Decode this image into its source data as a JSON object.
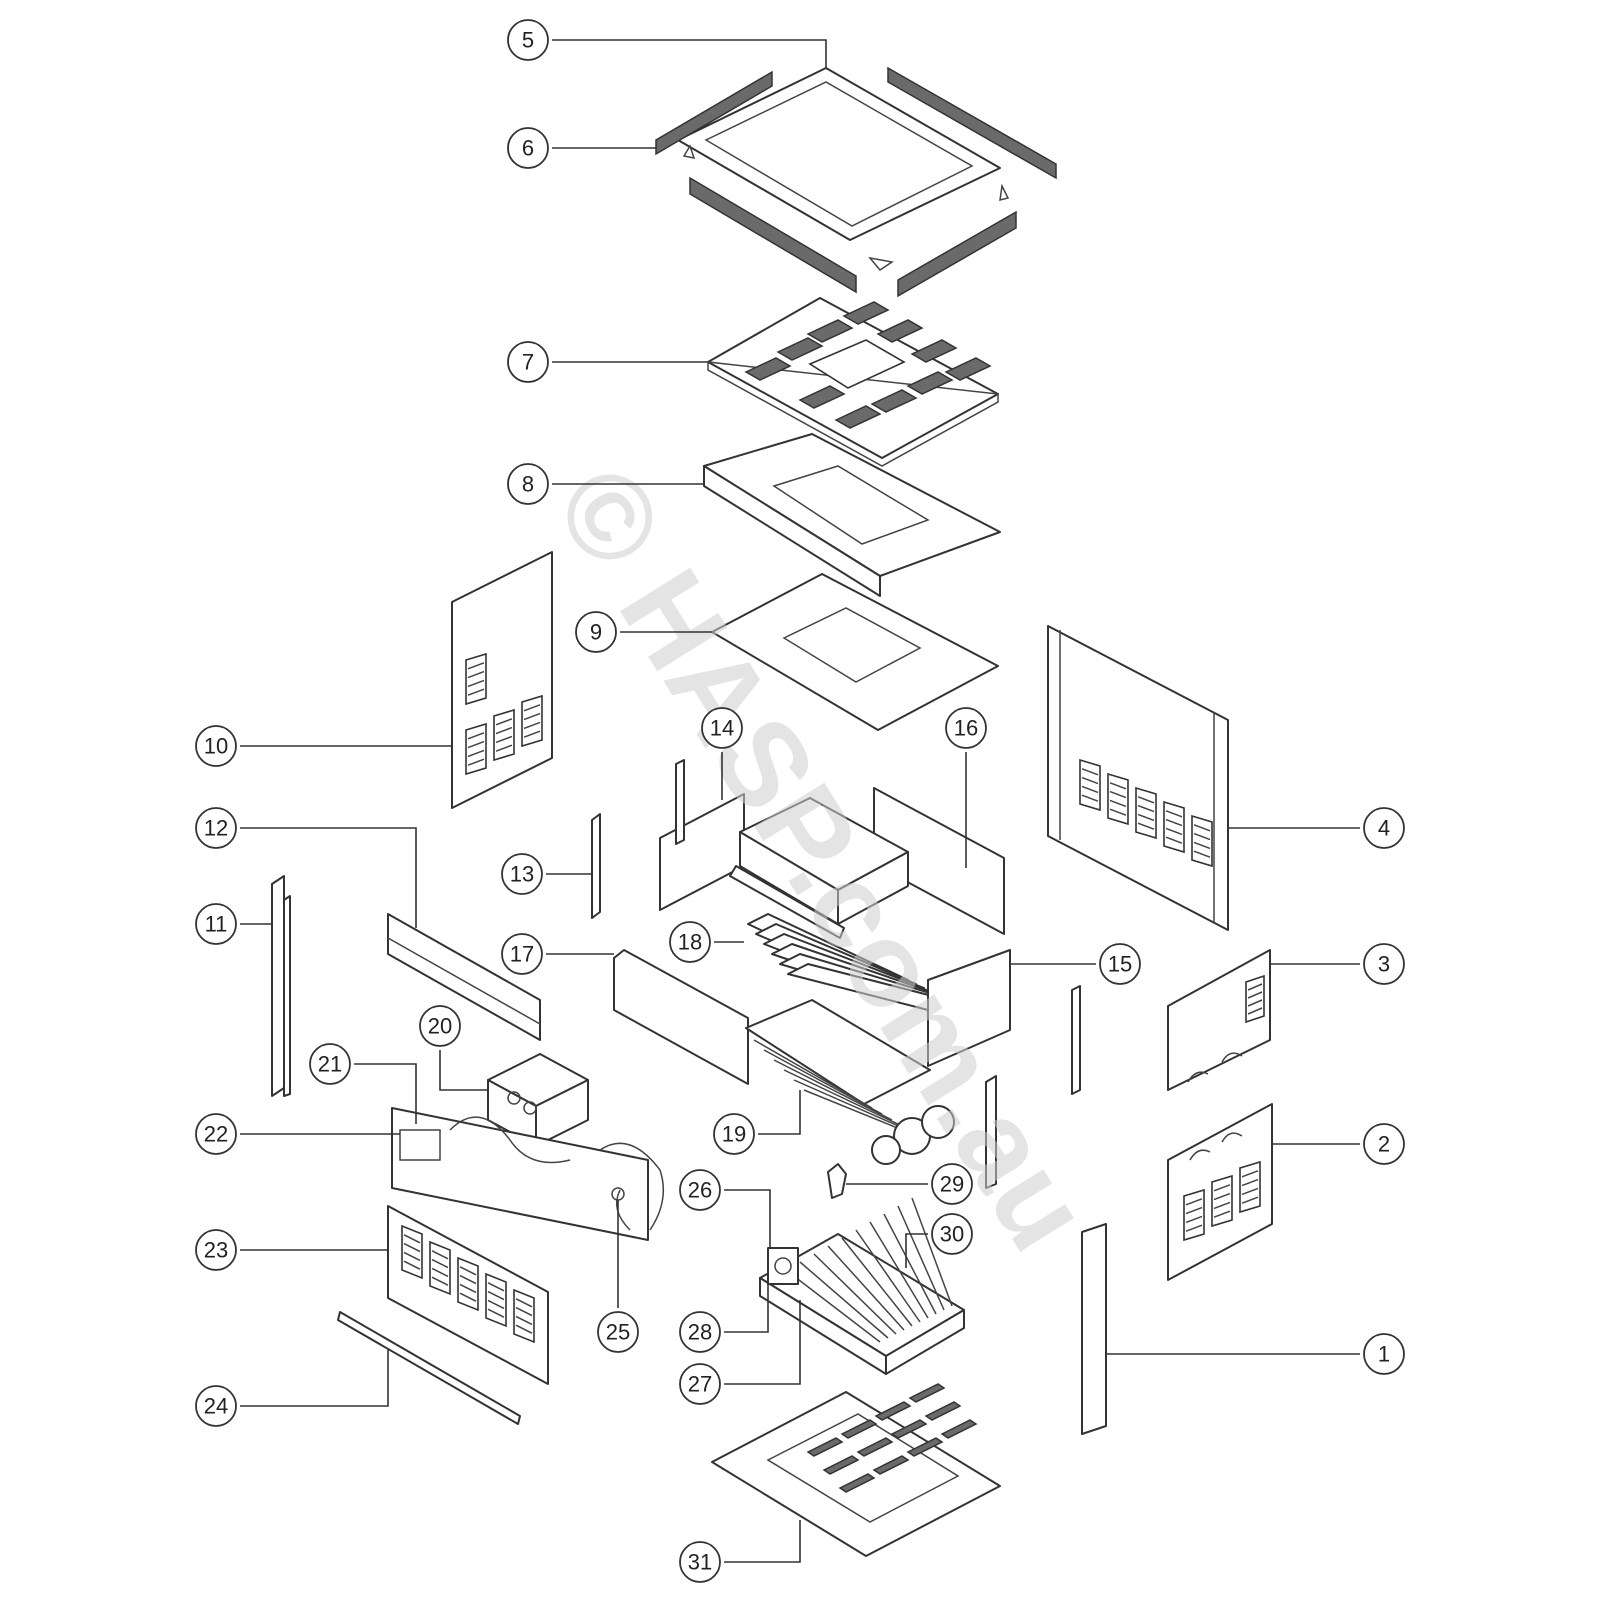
{
  "watermark": "© HASP.com.au",
  "callouts": [
    {
      "id": "1",
      "label": "1"
    },
    {
      "id": "2",
      "label": "2"
    },
    {
      "id": "3",
      "label": "3"
    },
    {
      "id": "4",
      "label": "4"
    },
    {
      "id": "5",
      "label": "5"
    },
    {
      "id": "6",
      "label": "6"
    },
    {
      "id": "7",
      "label": "7"
    },
    {
      "id": "8",
      "label": "8"
    },
    {
      "id": "9",
      "label": "9"
    },
    {
      "id": "10",
      "label": "10"
    },
    {
      "id": "11",
      "label": "11"
    },
    {
      "id": "12",
      "label": "12"
    },
    {
      "id": "13",
      "label": "13"
    },
    {
      "id": "14",
      "label": "14"
    },
    {
      "id": "15",
      "label": "15"
    },
    {
      "id": "16",
      "label": "16"
    },
    {
      "id": "17",
      "label": "17"
    },
    {
      "id": "18",
      "label": "18"
    },
    {
      "id": "19",
      "label": "19"
    },
    {
      "id": "20",
      "label": "20"
    },
    {
      "id": "21",
      "label": "21"
    },
    {
      "id": "22",
      "label": "22"
    },
    {
      "id": "23",
      "label": "23"
    },
    {
      "id": "24",
      "label": "24"
    },
    {
      "id": "25",
      "label": "25"
    },
    {
      "id": "26",
      "label": "26"
    },
    {
      "id": "27",
      "label": "27"
    },
    {
      "id": "28",
      "label": "28"
    },
    {
      "id": "29",
      "label": "29"
    },
    {
      "id": "30",
      "label": "30"
    },
    {
      "id": "31",
      "label": "31"
    }
  ]
}
